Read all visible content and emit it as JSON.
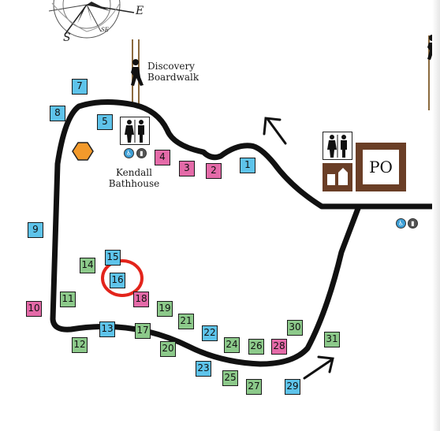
{
  "labels": {
    "discovery": [
      "Discovery",
      "Boardwalk"
    ],
    "bathhouse": [
      "Kendall",
      "Bathhouse"
    ],
    "post_office": "PO"
  },
  "compass": {
    "letters": [
      "S",
      "E",
      "SE"
    ]
  },
  "icons": [
    "hiker-icon",
    "restroom-icon",
    "accessible-icon",
    "trash-icon",
    "info-board-icon",
    "post-office-icon",
    "hexagon-marker-icon",
    "direction-arrow-icon"
  ],
  "colors": {
    "road": "#111111",
    "blue_site": "#5ec3ea",
    "pink_site": "#e46aa8",
    "green_site": "#8cc98a",
    "highlight_circle": "#e3241b",
    "hexagon": "#f39a2b",
    "boardwalk": "#8b6a3e",
    "po_frame": "#6a3e26"
  },
  "highlighted_site": "16",
  "sites": [
    {
      "num": "1",
      "color": "blue"
    },
    {
      "num": "2",
      "color": "pink"
    },
    {
      "num": "3",
      "color": "pink"
    },
    {
      "num": "4",
      "color": "pink"
    },
    {
      "num": "5",
      "color": "blue"
    },
    {
      "num": "7",
      "color": "blue"
    },
    {
      "num": "8",
      "color": "blue"
    },
    {
      "num": "9",
      "color": "blue"
    },
    {
      "num": "10",
      "color": "pink"
    },
    {
      "num": "11",
      "color": "green"
    },
    {
      "num": "12",
      "color": "green"
    },
    {
      "num": "13",
      "color": "blue"
    },
    {
      "num": "14",
      "color": "green"
    },
    {
      "num": "15",
      "color": "blue"
    },
    {
      "num": "16",
      "color": "blue"
    },
    {
      "num": "17",
      "color": "green"
    },
    {
      "num": "18",
      "color": "pink"
    },
    {
      "num": "19",
      "color": "green"
    },
    {
      "num": "20",
      "color": "green"
    },
    {
      "num": "21",
      "color": "green"
    },
    {
      "num": "22",
      "color": "blue"
    },
    {
      "num": "23",
      "color": "blue"
    },
    {
      "num": "24",
      "color": "green"
    },
    {
      "num": "25",
      "color": "green"
    },
    {
      "num": "26",
      "color": "green"
    },
    {
      "num": "27",
      "color": "green"
    },
    {
      "num": "28",
      "color": "pink"
    },
    {
      "num": "29",
      "color": "blue"
    },
    {
      "num": "30",
      "color": "green"
    },
    {
      "num": "31",
      "color": "green"
    }
  ]
}
